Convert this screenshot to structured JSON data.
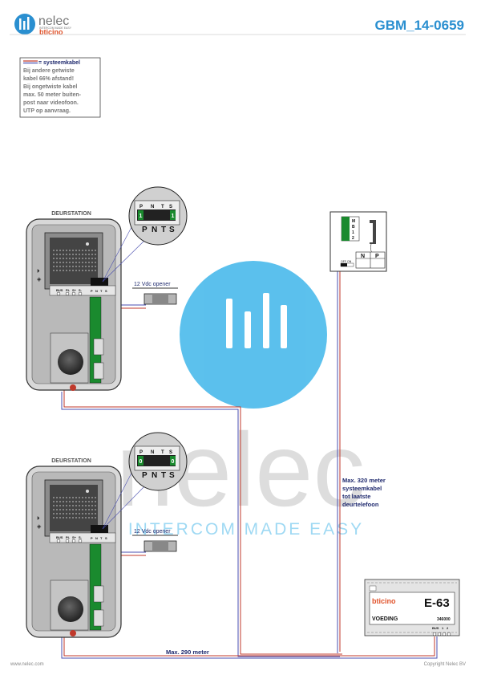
{
  "header": {
    "brand_name": "nelec",
    "brand_tagline": "INTERCOM MADE EASY",
    "partner_logo": "bticino",
    "doc_code": "GBM_14-0659"
  },
  "legend": {
    "title": "= systeemkabel",
    "lines": [
      "Bij andere getwiste",
      "kabel 66% afstand!",
      "Bij ongetwiste kabel",
      "max. 50 meter buiten-",
      "post naar videofoon.",
      "UTP op aanvraag."
    ]
  },
  "door_stations": [
    {
      "label": "DEURSTATION",
      "terminals": [
        "BUS",
        "PL",
        "S+",
        "S-"
      ],
      "dip_labels": [
        "P",
        "N",
        "T",
        "S"
      ],
      "dip_values": [
        "1",
        "",
        "",
        "1"
      ],
      "zoom_labels": [
        "P",
        "N",
        "T",
        "S"
      ],
      "opener_label": "12 Vdc opener"
    },
    {
      "label": "DEURSTATION",
      "terminals": [
        "BUS",
        "PL",
        "S+",
        "S-"
      ],
      "dip_labels": [
        "P",
        "N",
        "T",
        "S"
      ],
      "dip_values": [
        "0",
        "",
        "",
        "0"
      ],
      "zoom_labels": [
        "P",
        "N",
        "T",
        "S"
      ],
      "opener_label": "12 Vdc opener"
    }
  ],
  "handset": {
    "terminals": [
      "M",
      "B",
      "1",
      "2"
    ],
    "switch_label": "OFF ON",
    "np_labels": [
      "N",
      "P"
    ]
  },
  "cable_note": {
    "lines": [
      "Max. 320 meter",
      "systeemkabel",
      "tot laatste",
      "deurtelefoon"
    ]
  },
  "bottom_note": "Max. 290 meter",
  "power_supply": {
    "brand": "bticino",
    "model": "E-63",
    "label": "VOEDING",
    "article": "346000",
    "terminals": [
      "BUS",
      "1",
      "2"
    ]
  },
  "watermark": {
    "text": "nelec",
    "tagline": "INTERCOM MADE EASY"
  },
  "footer": {
    "left": "www.nelec.com",
    "right": "Copyright Nelec BV"
  },
  "colors": {
    "accent": "#2a8fd0",
    "navy": "#1f2a6e",
    "cable_red": "#c0392b",
    "cable_blue": "#4a4fb0",
    "pcb_green": "#1a8a2e",
    "watermark_blue": "#3fb6ea"
  }
}
